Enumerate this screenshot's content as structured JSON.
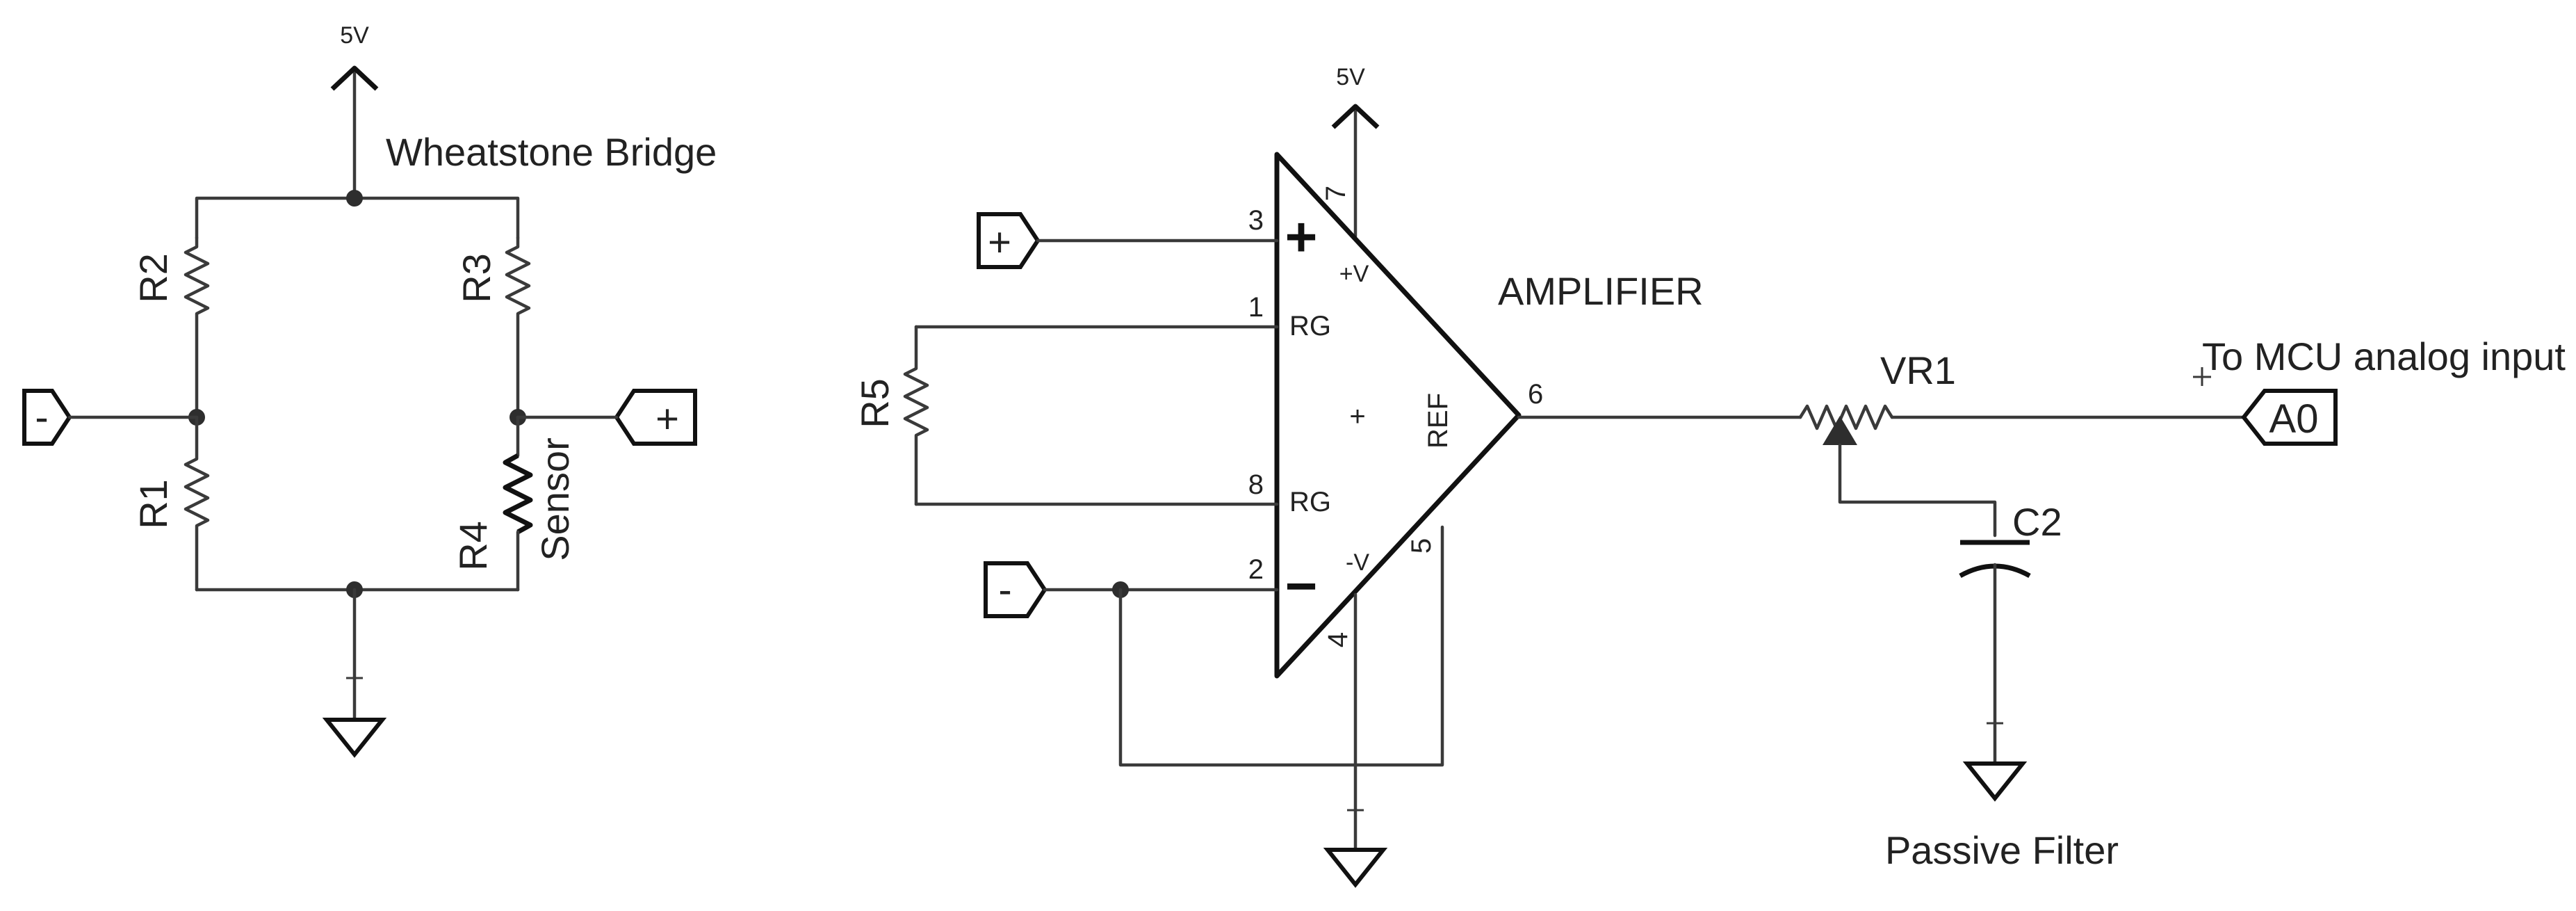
{
  "labels": {
    "vcc1": "5V",
    "vcc2": "5V",
    "bridge_title": "Wheatstone Bridge",
    "amp_title": "AMPLIFIER",
    "filter_title": "Passive Filter",
    "mcu_note": "To MCU analog input",
    "r1": "R1",
    "r2": "R2",
    "r3": "R3",
    "r4": "R4",
    "r4_desc": "Sensor",
    "r5": "R5",
    "vr1": "VR1",
    "c2": "C2"
  },
  "ports": {
    "bridge_left": "-",
    "bridge_right": "+",
    "amp_in_plus": "+",
    "amp_in_minus": "-",
    "output": "A0"
  },
  "amp": {
    "pin3": "3",
    "pin1": "1",
    "pin8": "8",
    "pin2": "2",
    "pin7": "7",
    "pin4": "4",
    "pin5": "5",
    "pin6": "6",
    "rg_top": "RG",
    "rg_bottom": "RG",
    "ref": "REF",
    "vpos": "+V",
    "vneg": "-V",
    "sign_plus": "+",
    "sign_minus": "−",
    "center_mark": "+"
  },
  "colors": {
    "wire": "#3a3a3a",
    "symbol": "#111111",
    "background": "#ffffff"
  }
}
